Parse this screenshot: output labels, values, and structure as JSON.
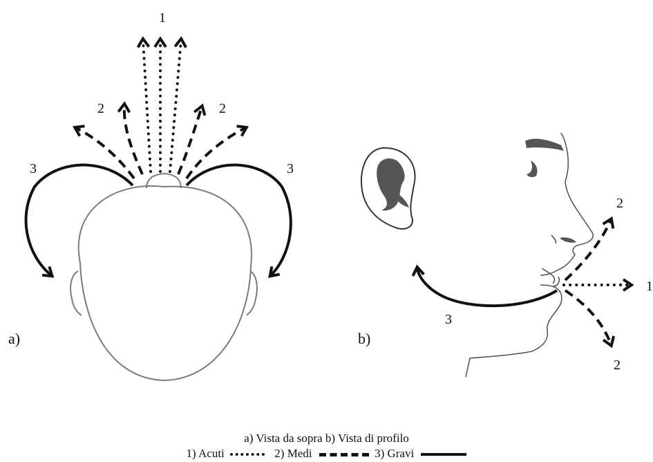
{
  "panels": {
    "a": {
      "label": "a)"
    },
    "b": {
      "label": "b)"
    }
  },
  "arrow_numbers": {
    "acuti": "1",
    "medi": "2",
    "gravi": "3"
  },
  "caption": {
    "views": "a) Vista da sopra  b) Vista di profilo",
    "legend": [
      {
        "label": "1) Acuti",
        "style": "dotted"
      },
      {
        "label": "2) Medi",
        "style": "dashed"
      },
      {
        "label": "3) Gravi",
        "style": "solid"
      }
    ]
  },
  "colors": {
    "arrows": "#111111",
    "head_outline": "#7a7a7a",
    "ear_fill": "#555555",
    "background": "#ffffff"
  }
}
